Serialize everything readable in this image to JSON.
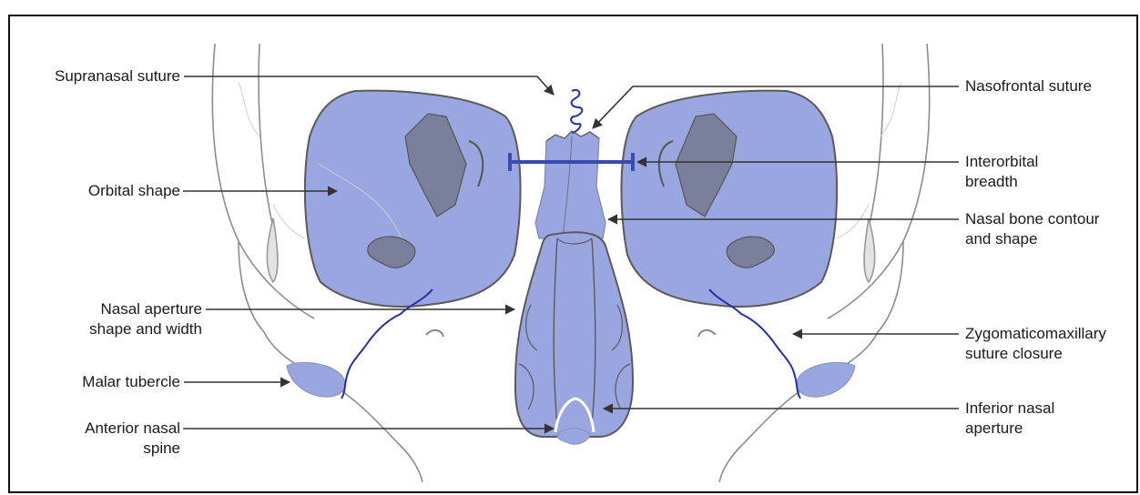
{
  "colors": {
    "fill": "#9aa6e0",
    "fill_dark": "#7a7f9c",
    "outline": "#5a5a5a",
    "suture": "#2330a6",
    "bar": "#3a4bb0",
    "leader": "#333333",
    "bone_line": "#bdbdbd"
  },
  "labels_left": [
    {
      "id": "supranasal-suture",
      "text": "Supranasal suture"
    },
    {
      "id": "orbital-shape",
      "text": "Orbital shape"
    },
    {
      "id": "nasal-aperture-shape",
      "text": "Nasal aperture\nshape and width"
    },
    {
      "id": "malar-tubercle",
      "text": "Malar tubercle"
    },
    {
      "id": "anterior-nasal-spine",
      "text": "Anterior nasal\nspine"
    }
  ],
  "labels_right": [
    {
      "id": "nasofrontal-suture",
      "text": "Nasofrontal suture"
    },
    {
      "id": "interorbital-breadth",
      "text": "Interorbital\nbreadth"
    },
    {
      "id": "nasal-bone-contour",
      "text": "Nasal bone contour\nand shape"
    },
    {
      "id": "zygomaticomaxillary-suture",
      "text": "Zygomaticomaxillary\nsuture closure"
    },
    {
      "id": "inferior-nasal-aperture",
      "text": "Inferior nasal\naperture"
    }
  ]
}
